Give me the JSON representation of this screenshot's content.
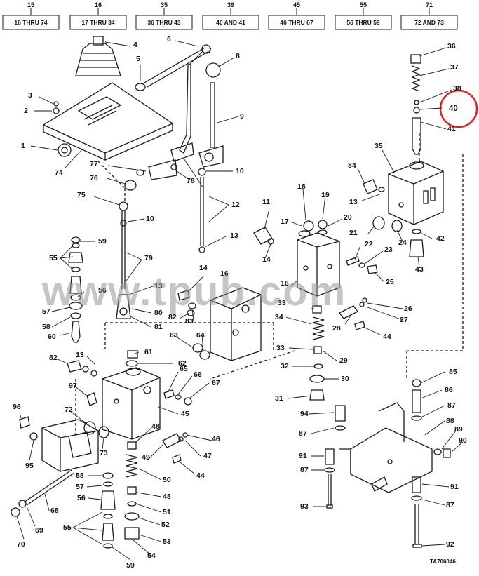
{
  "header": {
    "columns": [
      {
        "number": "15",
        "range": "16 THRU 74"
      },
      {
        "number": "16",
        "range": "17 THRU 34"
      },
      {
        "number": "35",
        "range": "36 THRU 43"
      },
      {
        "number": "39",
        "range": "40 AND 41"
      },
      {
        "number": "45",
        "range": "46 THRU 67"
      },
      {
        "number": "55",
        "range": "56 THRU 59"
      },
      {
        "number": "71",
        "range": "72 AND 73"
      }
    ]
  },
  "callouts": [
    "36",
    "37",
    "38",
    "40",
    "41",
    "35",
    "84",
    "13",
    "42",
    "43",
    "21",
    "24",
    "22",
    "23",
    "25",
    "26",
    "27",
    "28",
    "44",
    "18",
    "19",
    "17",
    "20",
    "16",
    "14",
    "11",
    "33",
    "34",
    "33",
    "32",
    "29",
    "30",
    "31",
    "4",
    "5",
    "6",
    "7",
    "8",
    "9",
    "3",
    "2",
    "1",
    "74",
    "77",
    "76",
    "78",
    "10",
    "75",
    "10",
    "12",
    "13",
    "59",
    "55",
    "56",
    "57",
    "58",
    "60",
    "79",
    "13",
    "80",
    "81",
    "14",
    "16",
    "82",
    "83",
    "63",
    "64",
    "13",
    "82",
    "97",
    "61",
    "62",
    "65",
    "66",
    "67",
    "45",
    "72",
    "73",
    "96",
    "95",
    "68",
    "69",
    "70",
    "58",
    "57",
    "56",
    "55",
    "59",
    "48",
    "49",
    "50",
    "48",
    "51",
    "52",
    "53",
    "54",
    "46",
    "47",
    "44",
    "85",
    "86",
    "87",
    "88",
    "89",
    "90",
    "94",
    "87",
    "91",
    "87",
    "93",
    "91",
    "87",
    "92"
  ],
  "highlighted_callout": "40",
  "watermark": "www.tpub.com",
  "figure_id": "TA706046",
  "colors": {
    "line": "#1a1a1a",
    "highlight": "#e02020",
    "watermark": "#9a9a9a"
  }
}
